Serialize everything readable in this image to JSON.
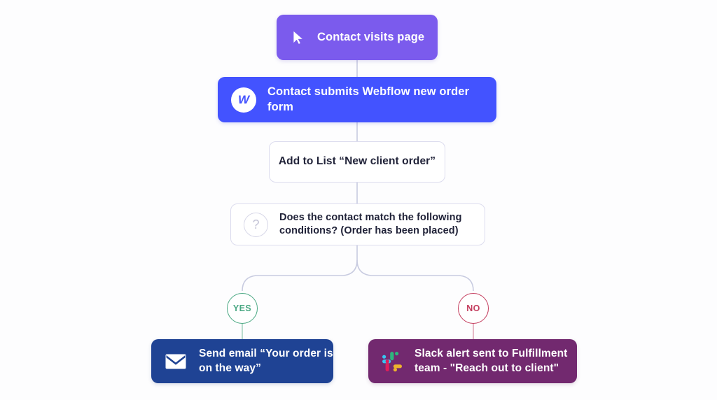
{
  "flow": {
    "background_color": "#fdfdfe",
    "connector_color": "#c8cbe0",
    "nodes": [
      {
        "id": "contact-visits-page",
        "label": "Contact visits page",
        "icon": "cursor-pointer-icon",
        "color": "#7b5bed",
        "text_color": "#ffffff"
      },
      {
        "id": "contact-submits-webflow-form",
        "label": "Contact submits Webflow new order form",
        "icon": "webflow-logo-icon",
        "icon_letter": "W",
        "color": "#4353ff",
        "text_color": "#ffffff"
      },
      {
        "id": "add-to-list",
        "label": "Add to List “New client order”",
        "icon": "none",
        "color": "#ffffff",
        "text_color": "#202238",
        "border_color": "#dcdcee"
      },
      {
        "id": "condition-check",
        "label": "Does the contact match the following conditions? (Order has been placed)",
        "icon": "question-mark-icon",
        "icon_glyph": "?",
        "color": "#ffffff",
        "text_color": "#202238",
        "border_color": "#dcdcee"
      },
      {
        "id": "send-email",
        "label": "Send email “Your order is on the way”",
        "icon": "envelope-icon",
        "color": "#1f4394",
        "text_color": "#ffffff"
      },
      {
        "id": "slack-alert",
        "label": "Slack alert sent to Fulfillment team -  \"Reach out to client\"",
        "icon": "slack-logo-icon",
        "color": "#72296f",
        "text_color": "#ffffff"
      }
    ],
    "branches": [
      {
        "id": "yes",
        "label": "YES",
        "color": "#4aa883"
      },
      {
        "id": "no",
        "label": "NO",
        "color": "#c43d5e"
      }
    ]
  }
}
